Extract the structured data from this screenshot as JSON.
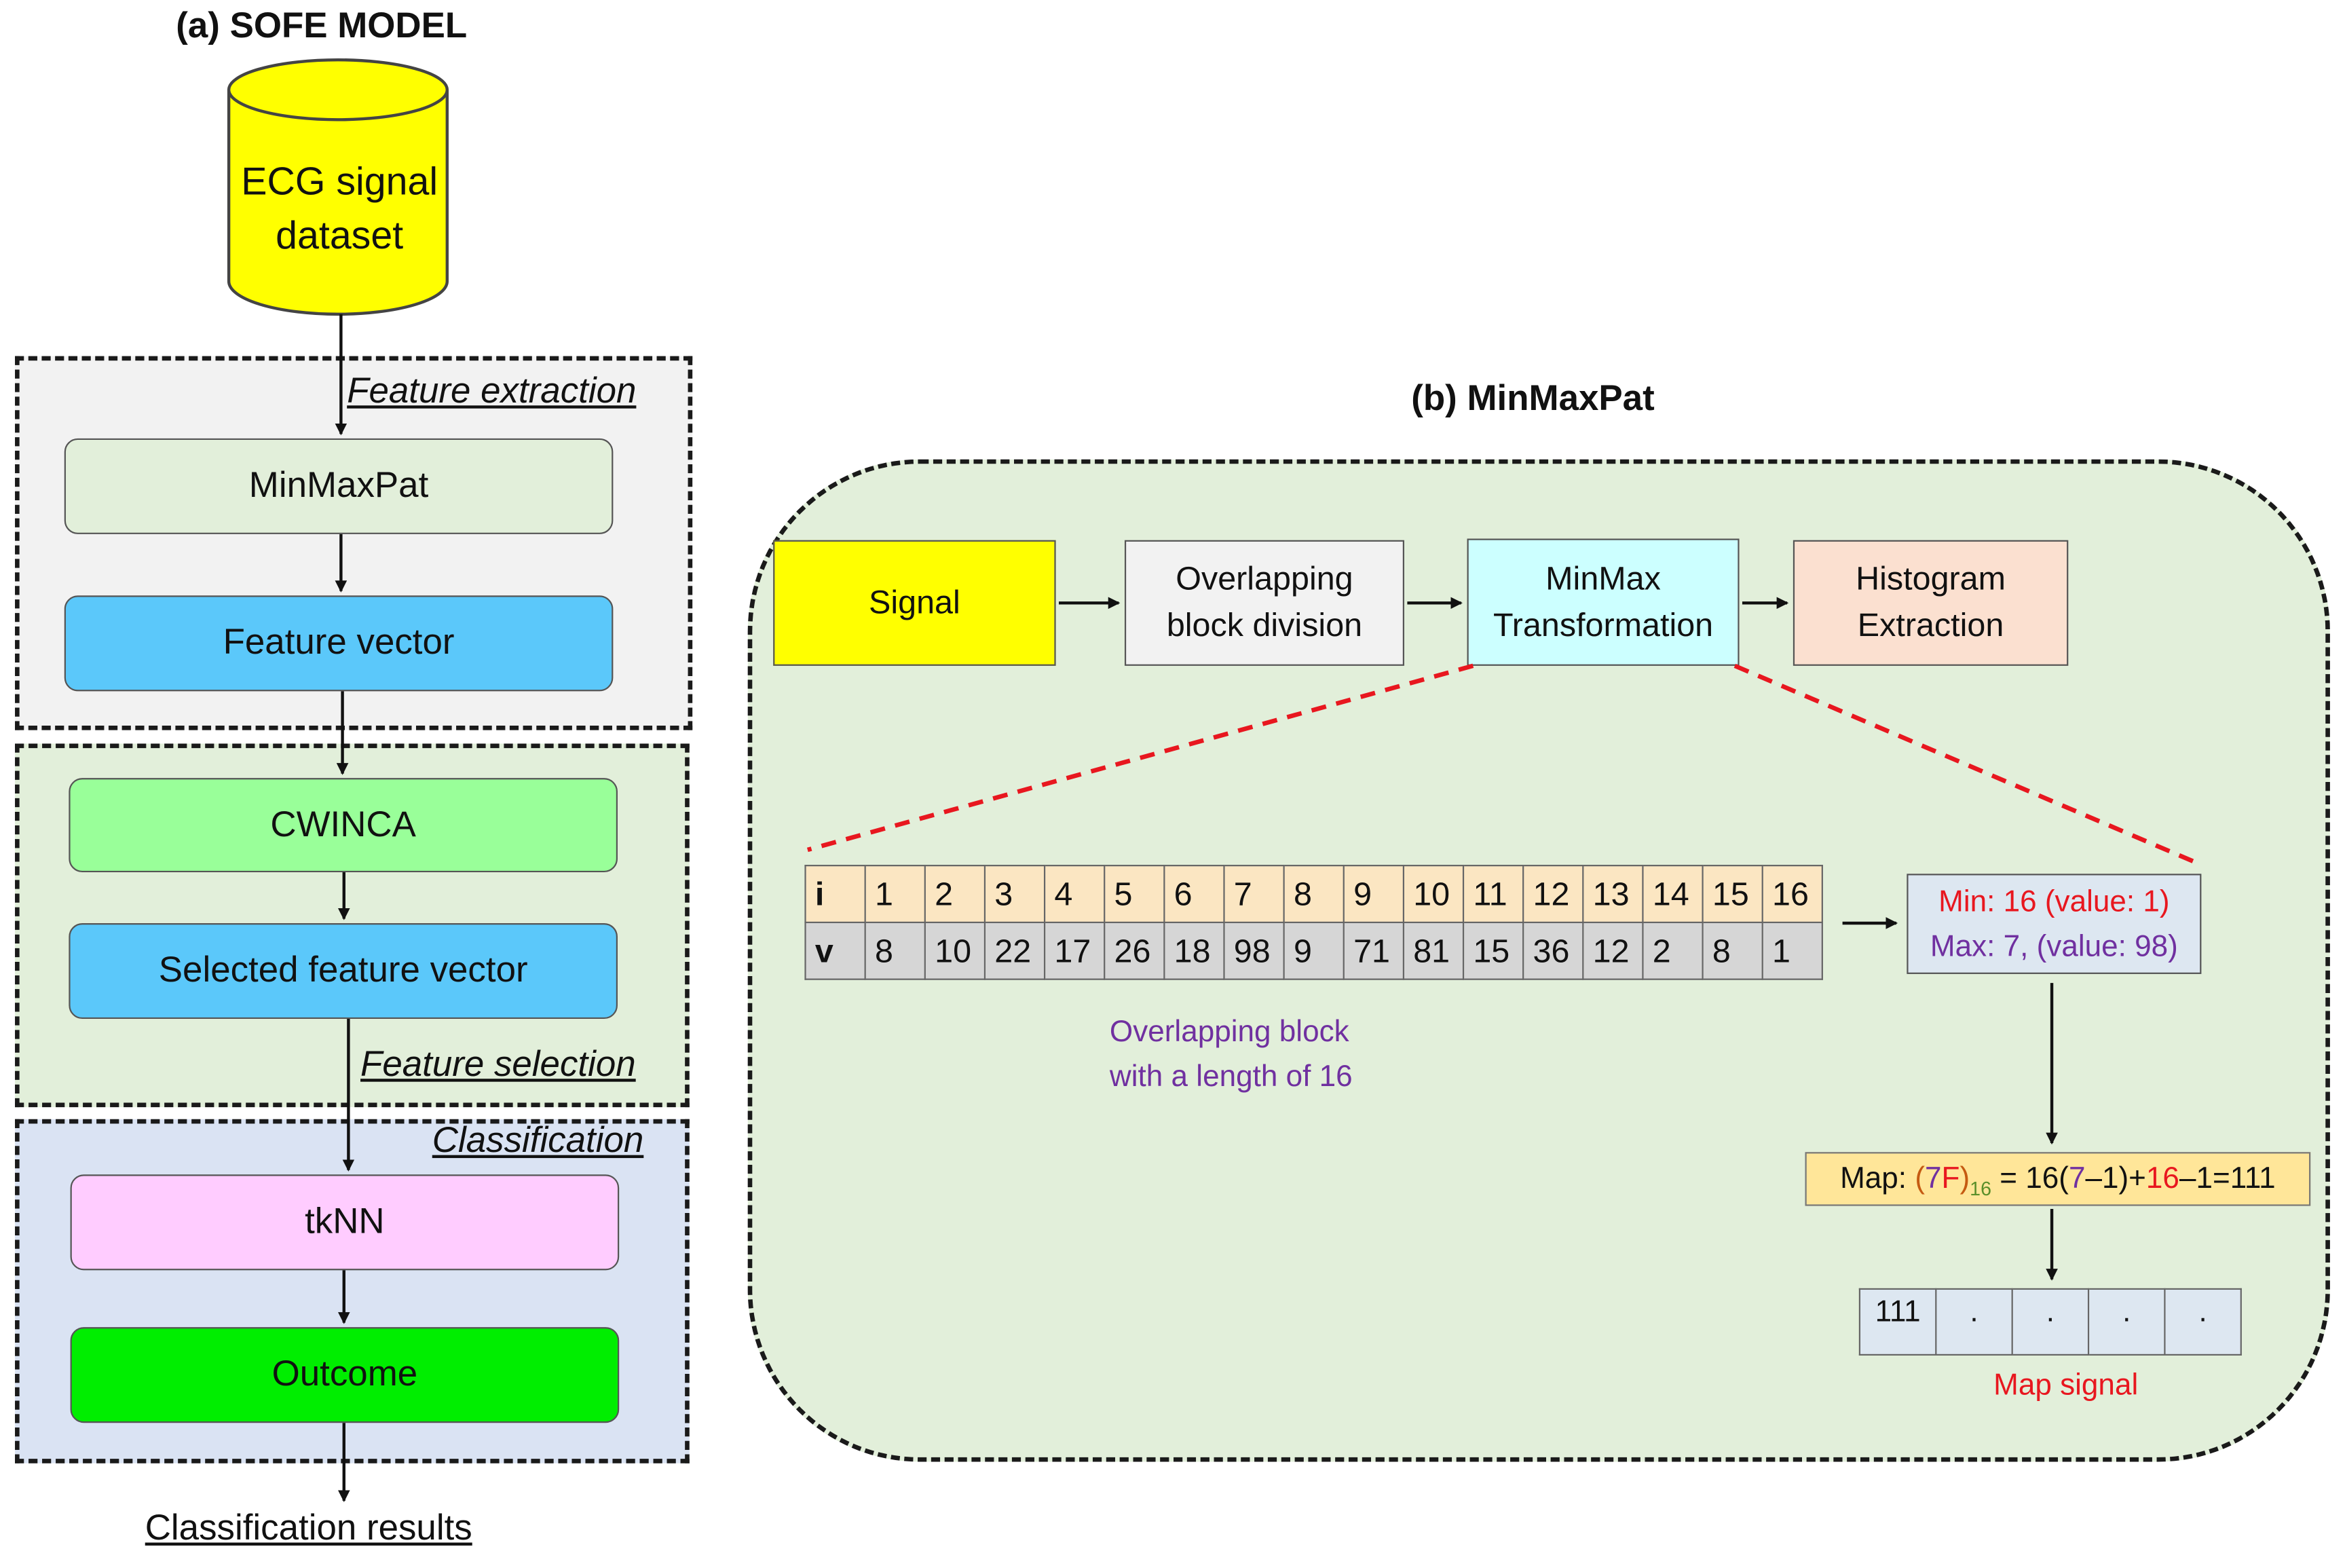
{
  "panel_a": {
    "title": "(a) SOFE MODEL",
    "database": {
      "line1": "ECG signal",
      "line2": "dataset"
    },
    "sections": {
      "feature_extraction": "Feature extraction",
      "feature_selection": "Feature selection",
      "classification": "Classification"
    },
    "boxes": {
      "minmaxpat": "MinMaxPat",
      "feature_vector": "Feature vector",
      "cwinca": "CWINCA",
      "selected_feature_vector": "Selected feature vector",
      "tknn": "tkNN",
      "outcome": "Outcome"
    },
    "result": "Classification results"
  },
  "panel_b": {
    "title": "(b) MinMaxPat",
    "steps": {
      "signal": "Signal",
      "overlap_1": "Overlapping",
      "overlap_2": "block division",
      "minmax_1": "MinMax",
      "minmax_2": "Transformation",
      "hist_1": "Histogram",
      "hist_2": "Extraction"
    },
    "block": {
      "row_i_label": "i",
      "row_v_label": "v",
      "i": [
        "1",
        "2",
        "3",
        "4",
        "5",
        "6",
        "7",
        "8",
        "9",
        "10",
        "11",
        "12",
        "13",
        "14",
        "15",
        "16"
      ],
      "v": [
        "8",
        "10",
        "22",
        "17",
        "26",
        "18",
        "98",
        "9",
        "71",
        "81",
        "15",
        "36",
        "12",
        "2",
        "8",
        "1"
      ],
      "caption_1": "Overlapping block",
      "caption_2": "with a length of 16"
    },
    "minmax": {
      "min": "Min: 16 (value: 1)",
      "max": "Max: 7, (value: 98)"
    },
    "map_formula": {
      "prefix": "Map: ",
      "open": "(",
      "seven": "7",
      "f": "F",
      "close": ")",
      "sub": "16",
      "eq": " = 16(",
      "seven_b": "7",
      "mid": "–1)+",
      "sixteen": "16",
      "tail": "–1=111"
    },
    "map_signal": {
      "cells": [
        "111",
        ".",
        ".",
        ".",
        "."
      ],
      "caption": "Map signal"
    }
  },
  "colors": {
    "db_yellow": "#ffff00",
    "extraction_bg": "#f2f2f2",
    "selection_bg": "#e2efda",
    "classification_bg": "#dae3f3",
    "minmaxpat_box": "#e2efda",
    "feature_vector_box": "#5bc8fa",
    "cwinca_box": "#99ff99",
    "tknn_box": "#ffccff",
    "outcome_box": "#00ee00",
    "panel_b_bg": "#e2efda",
    "signal_box": "#ffff00",
    "overlap_box": "#f2f2f2",
    "minmax_box": "#ccffff",
    "hist_box": "#fbe0d0",
    "dashed_red": "#e8171f"
  }
}
